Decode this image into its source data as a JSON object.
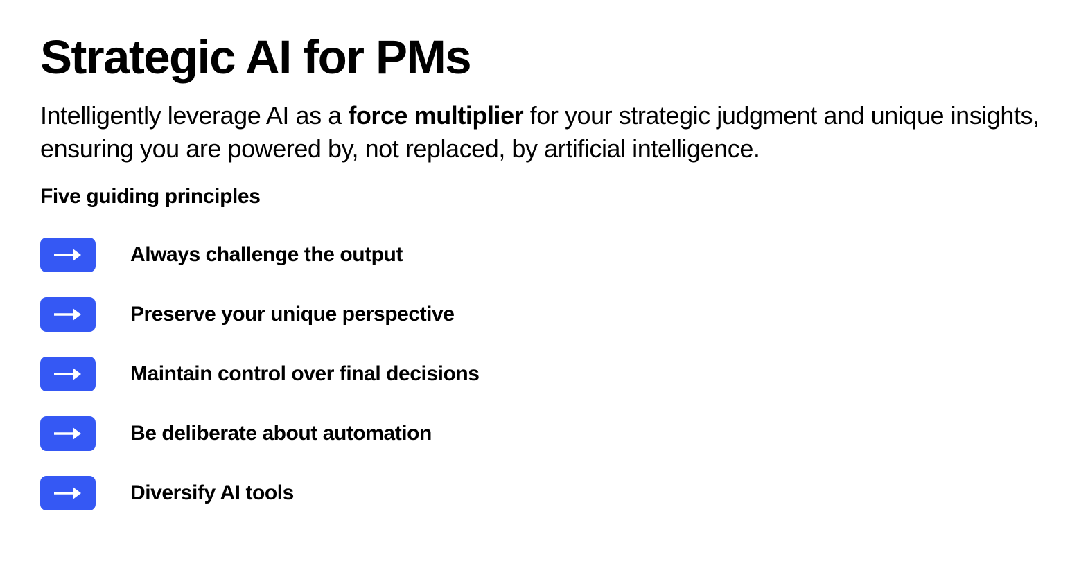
{
  "theme": {
    "background": "#ffffff",
    "text_color": "#000000",
    "accent": "#3558f4",
    "badge_icon_color": "#ffffff"
  },
  "header": {
    "title": "Strategic AI for PMs"
  },
  "subtitle": {
    "part1": "Intelligently leverage AI as a ",
    "emphasis": "force multiplier",
    "part2": " for your strategic judgment and unique insights, ensuring you are powered by, not replaced, by artificial intelligence."
  },
  "section": {
    "heading": "Five guiding principles"
  },
  "principles": {
    "badge_icon": "arrow-right-icon",
    "items": [
      {
        "label": "Always challenge the output"
      },
      {
        "label": "Preserve your unique perspective"
      },
      {
        "label": "Maintain control over final decisions"
      },
      {
        "label": "Be deliberate about automation"
      },
      {
        "label": "Diversify AI tools"
      }
    ]
  }
}
